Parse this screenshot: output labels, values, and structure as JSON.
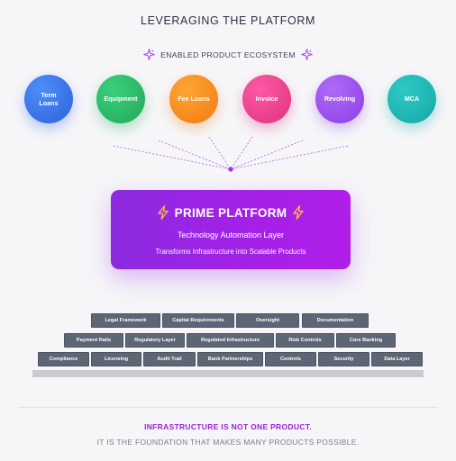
{
  "header": {
    "title": "LEVERAGING THE PLATFORM",
    "subtitle": "ENABLED PRODUCT ECOSYSTEM"
  },
  "products": [
    {
      "label_line1": "Term",
      "label_line2": "Loans",
      "color_start": "#4f8ef7",
      "color_end": "#2b62de"
    },
    {
      "label_line1": "Equipment",
      "label_line2": "",
      "color_start": "#3ad07a",
      "color_end": "#22a85a"
    },
    {
      "label_line1": "Fee Loans",
      "label_line2": "",
      "color_start": "#ffa534",
      "color_end": "#f07a12"
    },
    {
      "label_line1": "Invoice",
      "label_line2": "",
      "color_start": "#fb5aa5",
      "color_end": "#e2307e"
    },
    {
      "label_line1": "Revolving",
      "label_line2": "",
      "color_start": "#b06af6",
      "color_end": "#8a3ee6"
    },
    {
      "label_line1": "MCA",
      "label_line2": "",
      "color_start": "#2ec9c4",
      "color_end": "#15a8a8"
    }
  ],
  "platform": {
    "title": "PRIME PLATFORM",
    "subtitle": "Technology Automation Layer",
    "description": "Transforms Infrastructure into Scalable Products"
  },
  "infrastructure": {
    "row1": [
      "Legal Framework",
      "Capital Requirements",
      "Oversight",
      "Documentation"
    ],
    "row2": [
      "Payment Rails",
      "Regulatory Layer",
      "Regulated Infrastructure",
      "Risk Controls",
      "Core Banking"
    ],
    "row3": [
      "Compliance",
      "Licensing",
      "Audit Trail",
      "Bank Partnerships",
      "Controls",
      "Security",
      "Data Layer"
    ]
  },
  "footer": {
    "line1": "INFRASTRUCTURE IS NOT ONE PRODUCT.",
    "line2": "IT IS THE FOUNDATION THAT MAKES MANY PRODUCTS POSSIBLE."
  },
  "colors": {
    "accent_purple": "#a321e6",
    "brick": "#5e6574",
    "footer_highlight": "#9a22d8"
  }
}
